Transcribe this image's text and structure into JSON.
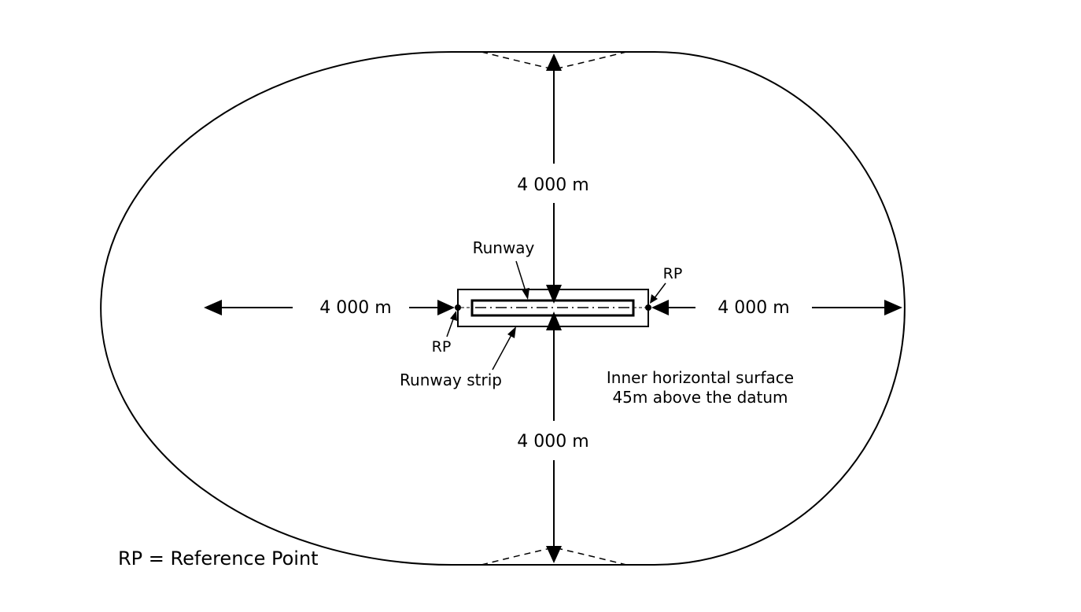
{
  "dimensions": {
    "top": "4 000 m",
    "bottom": "4 000 m",
    "left": "4 000 m",
    "right": "4 000 m"
  },
  "labels": {
    "runway": "Runway",
    "runway_strip": "Runway strip",
    "rp_left": "RP",
    "rp_right": "RP",
    "surface_line1": "Inner horizontal surface",
    "surface_line2": "45m above the datum"
  },
  "legend": "RP = Reference Point",
  "colors": {
    "line": "#000000",
    "background": "#ffffff"
  }
}
